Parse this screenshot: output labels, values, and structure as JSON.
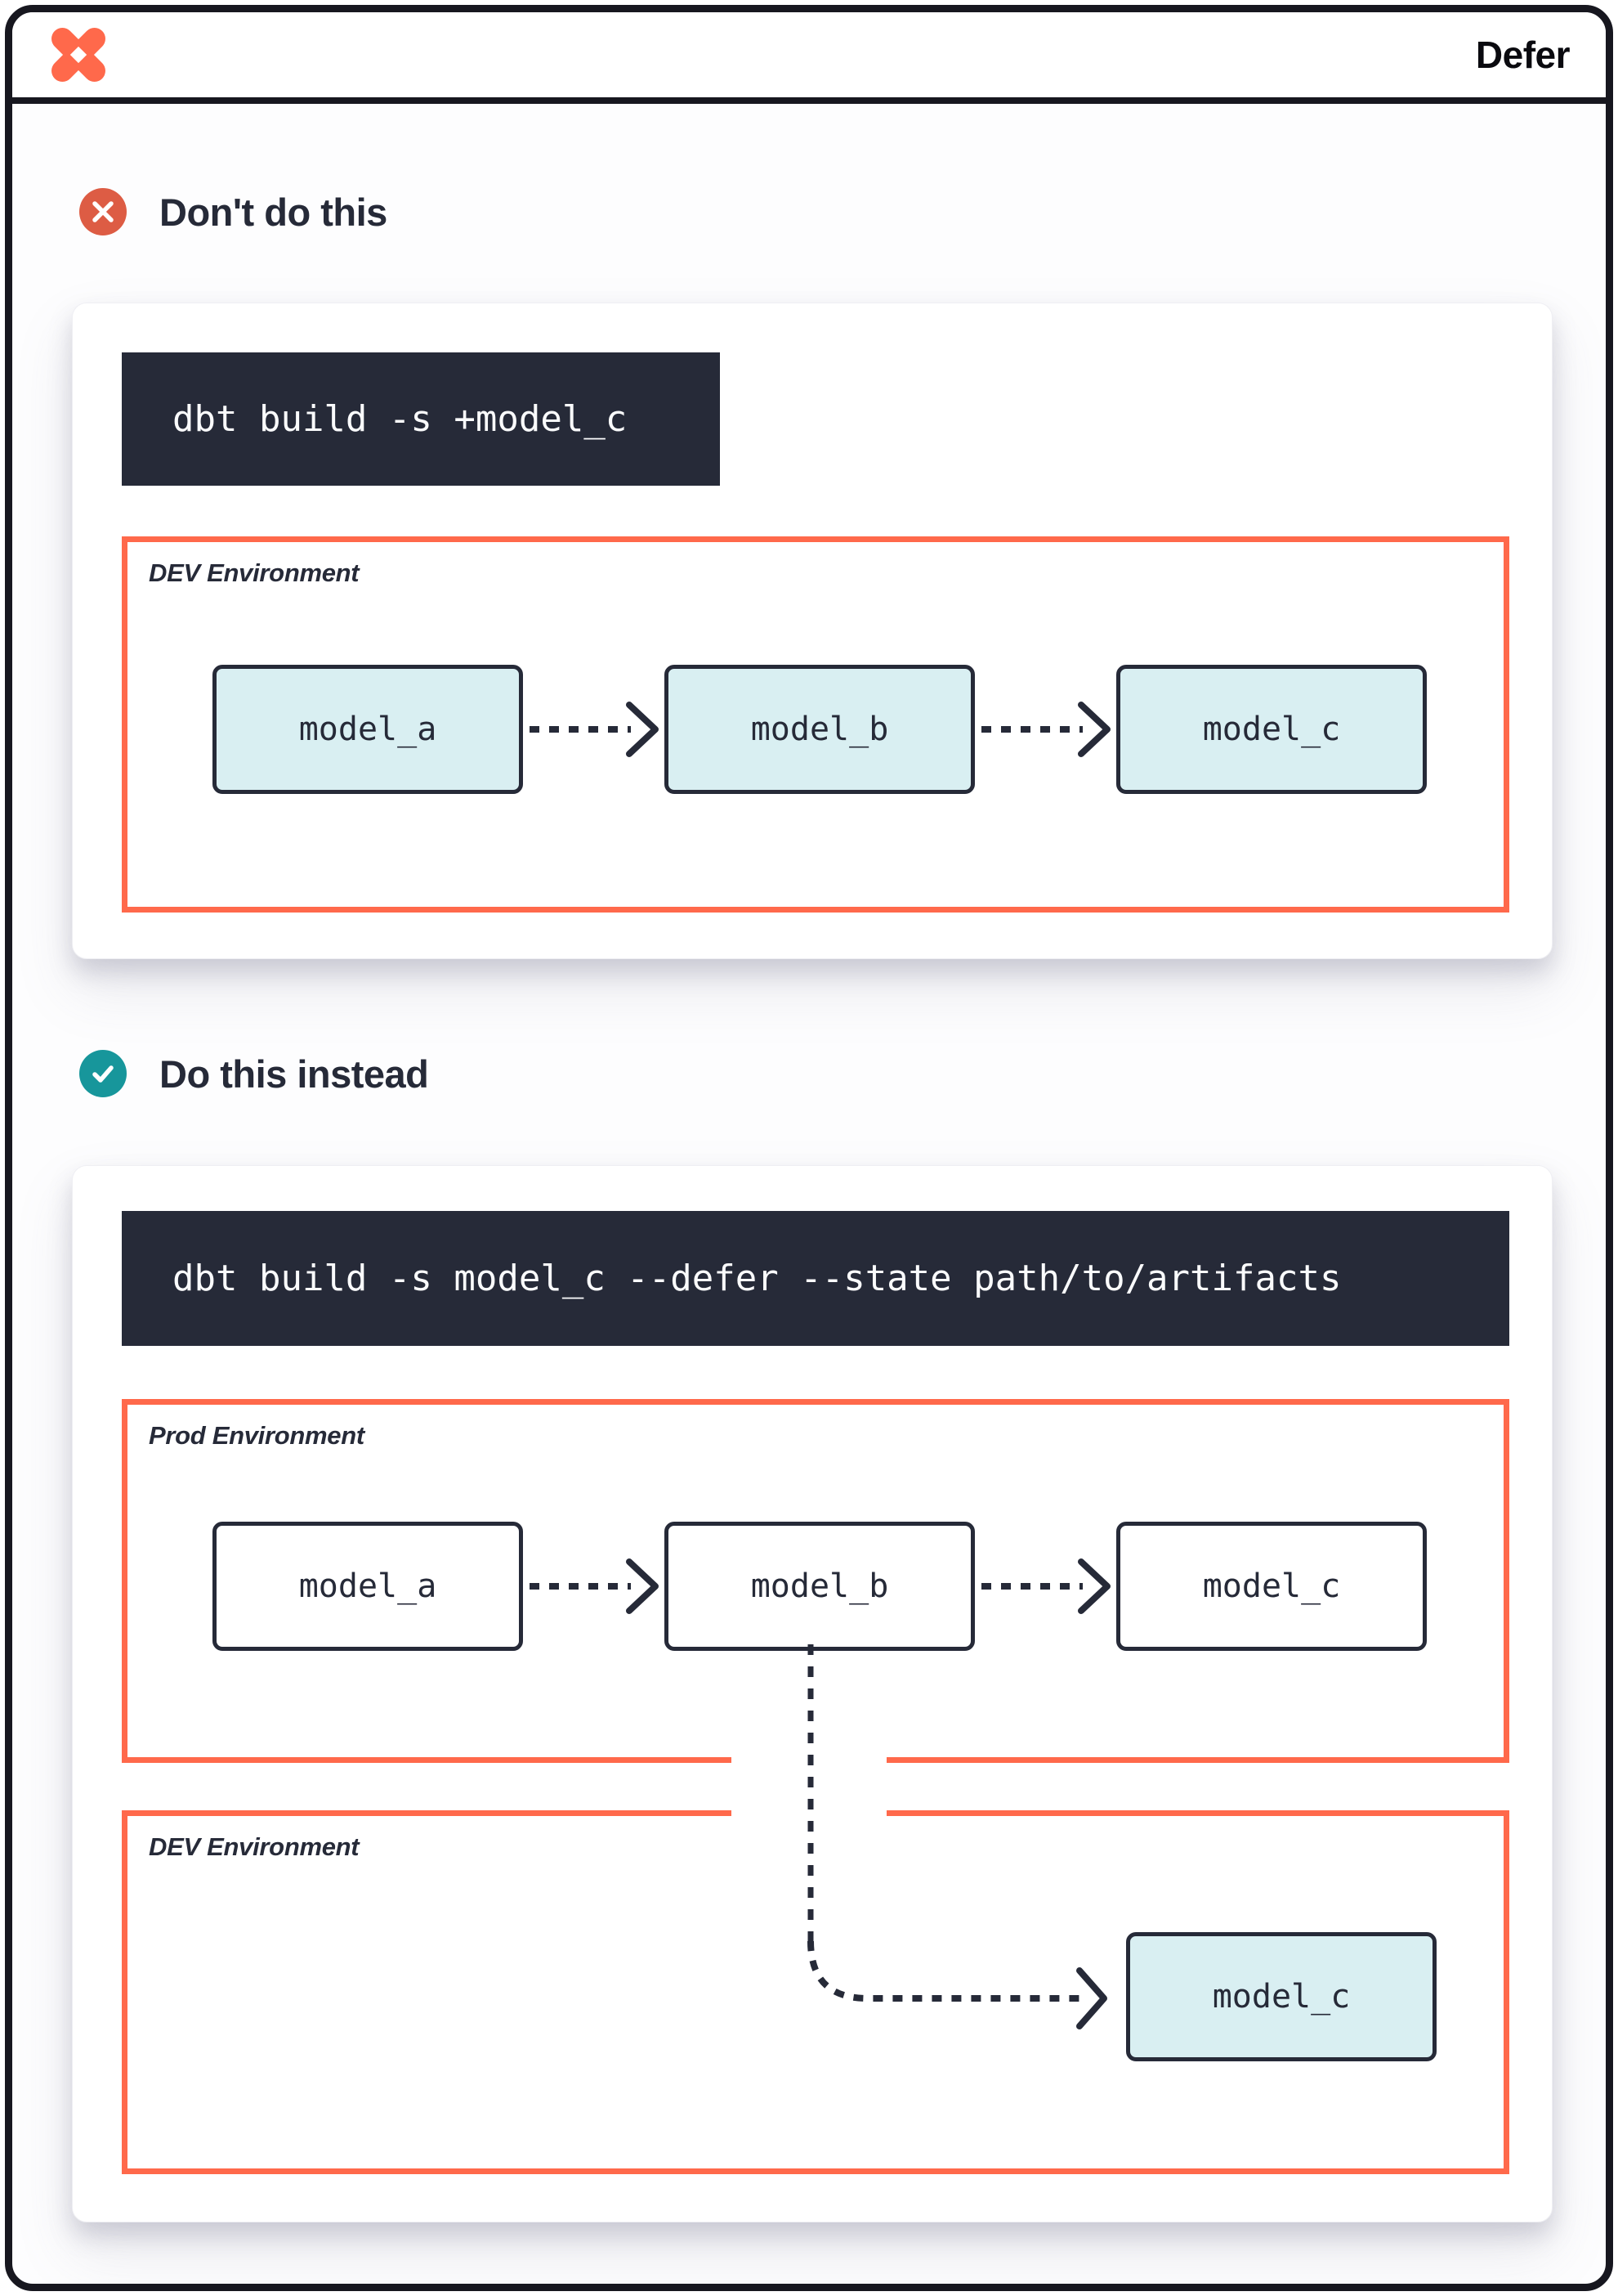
{
  "window": {
    "title": "Defer",
    "logo": "dbt-logo"
  },
  "colors": {
    "accent_orange": "#FF694B",
    "dont_badge_red": "#DD5C44",
    "do_badge_teal": "#17969B",
    "dark_navy": "#262A38",
    "model_fill_teal": "#D9EFF2",
    "frame_border": "#17171F"
  },
  "sections": {
    "dont": {
      "heading": "Don't do this",
      "command": "dbt build -s +model_c",
      "env": {
        "label": "DEV Environment",
        "models": [
          "model_a",
          "model_b",
          "model_c"
        ]
      }
    },
    "do": {
      "heading": "Do this instead",
      "command": "dbt build -s model_c --defer --state path/to/artifacts",
      "prod_env": {
        "label": "Prod Environment",
        "models": [
          "model_a",
          "model_b",
          "model_c"
        ]
      },
      "dev_env": {
        "label": "DEV Environment",
        "models": [
          "model_c"
        ]
      }
    }
  }
}
